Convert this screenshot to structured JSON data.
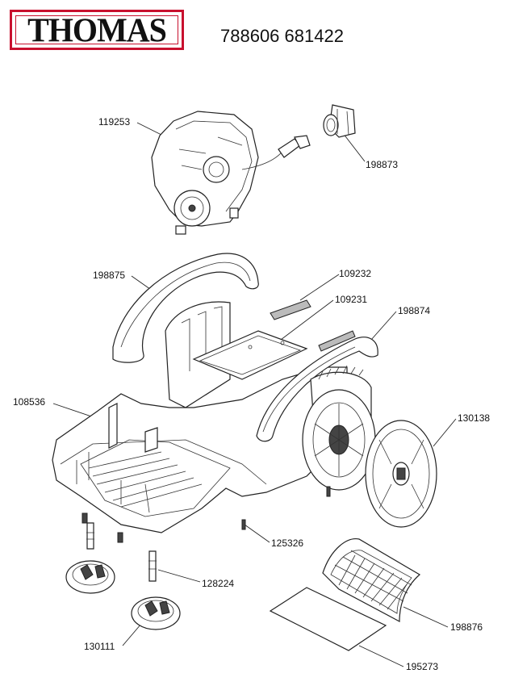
{
  "brand": {
    "name": "THOMAS",
    "color": "#c8102e"
  },
  "model_numbers": "788606 681422",
  "parts": [
    {
      "id": "119253"
    },
    {
      "id": "198873"
    },
    {
      "id": "198875"
    },
    {
      "id": "109232"
    },
    {
      "id": "109231"
    },
    {
      "id": "198874"
    },
    {
      "id": "108536"
    },
    {
      "id": "130138"
    },
    {
      "id": "125326"
    },
    {
      "id": "128224"
    },
    {
      "id": "198876"
    },
    {
      "id": "130111"
    },
    {
      "id": "195273"
    }
  ]
}
